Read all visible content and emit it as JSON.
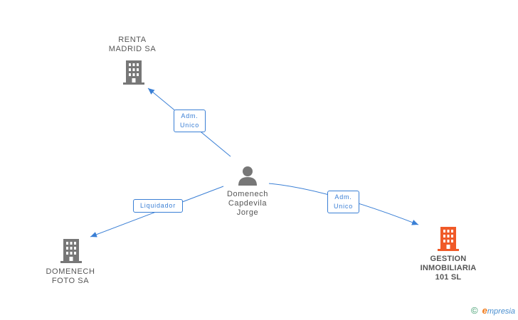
{
  "nodes": {
    "renta": {
      "label": "RENTA\nMADRID SA",
      "icon": "building-icon",
      "color": "#777777"
    },
    "domenech_foto": {
      "label": "DOMENECH\nFOTO SA",
      "icon": "building-icon",
      "color": "#777777"
    },
    "gestion": {
      "label": "GESTION\nINMOBILIARIA\n101 SL",
      "icon": "building-icon",
      "color": "#f05a28"
    },
    "person": {
      "label": "Domenech\nCapdevila\nJorge",
      "icon": "person-icon",
      "color": "#777777"
    }
  },
  "edges": [
    {
      "from": "person",
      "to": "renta",
      "label": "Adm.\nUnico"
    },
    {
      "from": "person",
      "to": "domenech_foto",
      "label": "Liquidador"
    },
    {
      "from": "person",
      "to": "gestion",
      "label": "Adm.\nUnico"
    }
  ],
  "colors": {
    "edge": "#3a7fd5",
    "highlight": "#f05a28",
    "node": "#777777"
  },
  "brand": {
    "copyright": "©",
    "e": "e",
    "rest": "mpresia"
  }
}
